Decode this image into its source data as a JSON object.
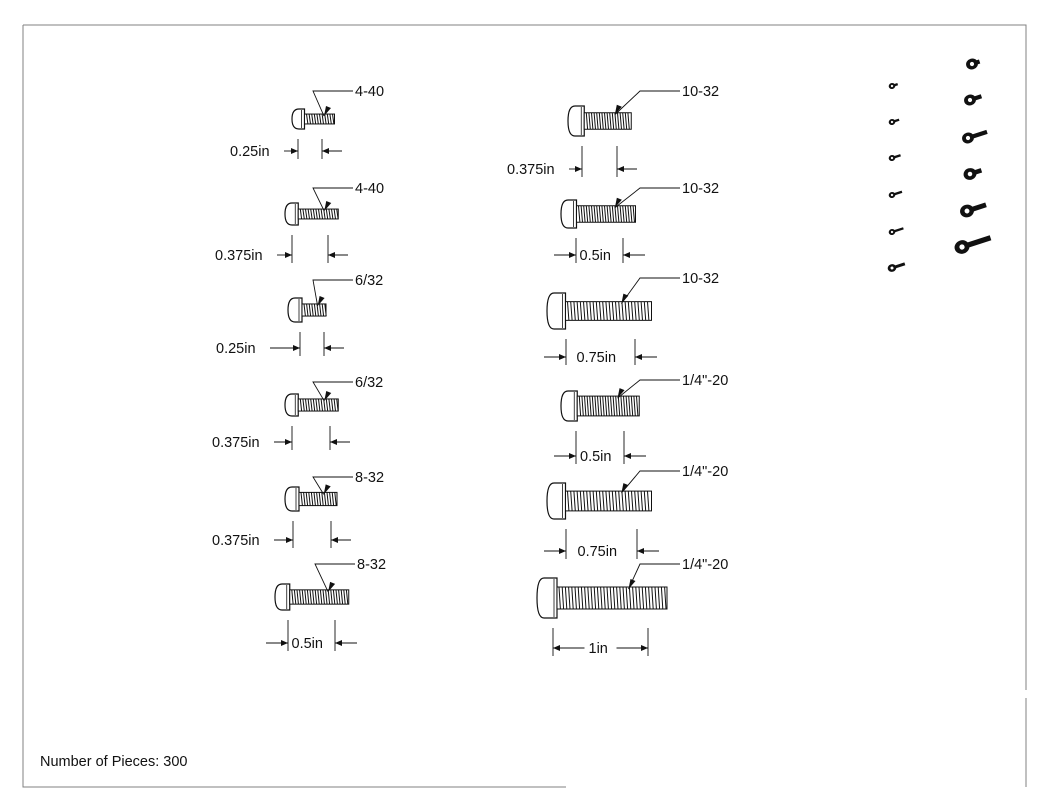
{
  "left_column": [
    {
      "thread": "4-40",
      "length": "0.25in"
    },
    {
      "thread": "4-40",
      "length": "0.375in"
    },
    {
      "thread": "6/32",
      "length": "0.25in"
    },
    {
      "thread": "6/32",
      "length": "0.375in"
    },
    {
      "thread": "8-32",
      "length": "0.375in"
    },
    {
      "thread": "8-32",
      "length": "0.5in"
    }
  ],
  "right_column": [
    {
      "thread": "10-32",
      "length": "0.375in"
    },
    {
      "thread": "10-32",
      "length": "0.5in"
    },
    {
      "thread": "10-32",
      "length": "0.75in"
    },
    {
      "thread": "1/4\"-20",
      "length": "0.5in"
    },
    {
      "thread": "1/4\"-20",
      "length": "0.75in"
    },
    {
      "thread": "1/4\"-20",
      "length": "1in"
    }
  ],
  "footer": {
    "pieces": "Number of Pieces: 300"
  },
  "colors": {
    "line": "#111111",
    "border": "#7f7f7f",
    "fill": "#ffffff"
  }
}
